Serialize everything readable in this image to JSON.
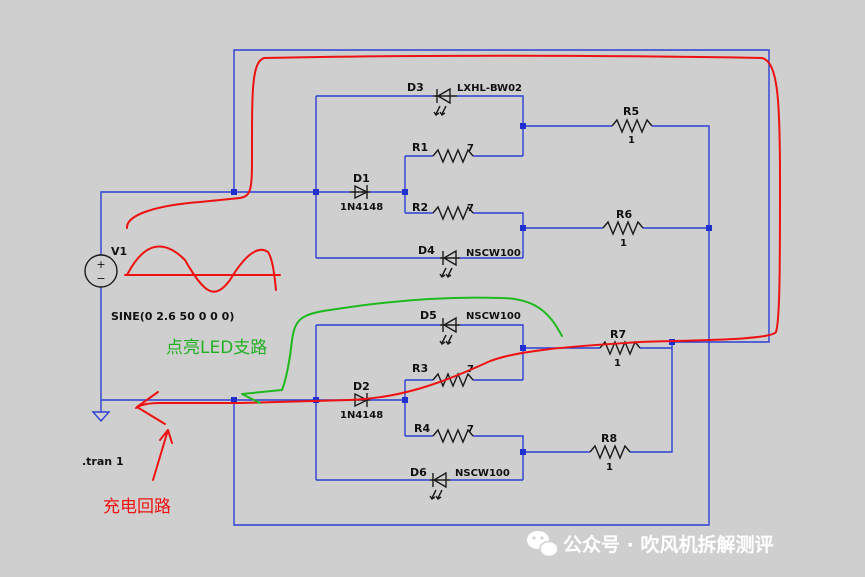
{
  "source": {
    "name": "V1",
    "value": "SINE(0 2.6 50 0 0 0)"
  },
  "directive": ".tran 1",
  "diodes": {
    "d1": {
      "name": "D1",
      "model": "1N4148"
    },
    "d2": {
      "name": "D2",
      "model": "1N4148"
    }
  },
  "leds": {
    "d3": {
      "name": "D3",
      "model": "LXHL-BW02"
    },
    "d4": {
      "name": "D4",
      "model": "NSCW100"
    },
    "d5": {
      "name": "D5",
      "model": "NSCW100"
    },
    "d6": {
      "name": "D6",
      "model": "NSCW100"
    }
  },
  "resistors": {
    "r1": {
      "name": "R1",
      "value": "7"
    },
    "r2": {
      "name": "R2",
      "value": "7"
    },
    "r3": {
      "name": "R3",
      "value": "7"
    },
    "r4": {
      "name": "R4",
      "value": "7"
    },
    "r5": {
      "name": "R5",
      "value": "1"
    },
    "r6": {
      "name": "R6",
      "value": "1"
    },
    "r7": {
      "name": "R7",
      "value": "1"
    },
    "r8": {
      "name": "R8",
      "value": "1"
    }
  },
  "annotations": {
    "led_branch": "点亮LED支路",
    "charge_loop": "充电回路"
  },
  "watermark": {
    "text": "公众号 · 吹风机拆解测评",
    "icon": "wechat-icon"
  },
  "colors": {
    "wire": "#2d3fd4",
    "charge_path": "#ee1111",
    "led_path": "#1fb81f",
    "background": "#cfcfcf"
  }
}
